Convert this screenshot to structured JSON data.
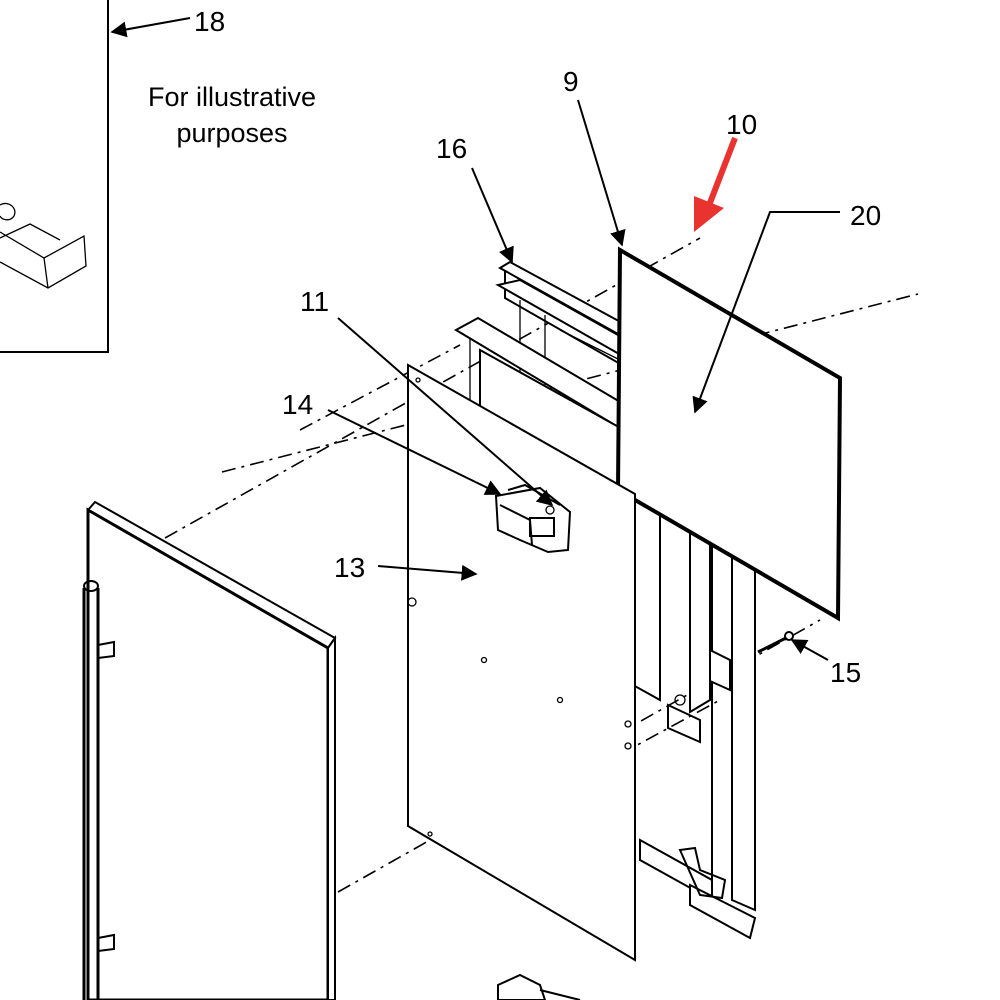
{
  "note": {
    "line1": "For illustrative",
    "line2": "purposes"
  },
  "callouts": {
    "c18": "18",
    "c9": "9",
    "c10": "10",
    "c16": "16",
    "c20": "20",
    "c11": "11",
    "c14": "14",
    "c13": "13",
    "c15": "15"
  },
  "colors": {
    "highlight_arrow": "#e8332f",
    "line": "#000000",
    "background": "#ffffff"
  }
}
